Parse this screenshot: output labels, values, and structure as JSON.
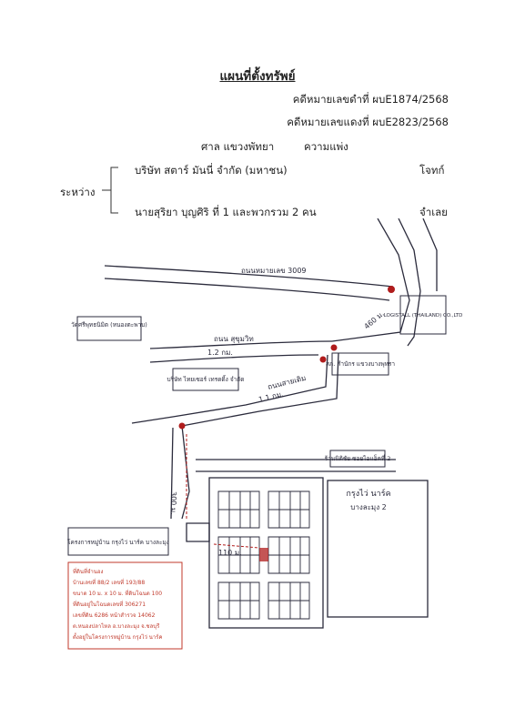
{
  "header": {
    "title": "แผนที่ตั้งทรัพย์",
    "case_black": "คดีหมายเลขดำที่   ผบE1874/2568",
    "case_red": "คดีหมายเลขแดงที่ ผบE2823/2568",
    "court": "ศาล แขวงพัทยา",
    "court_type": "ความแพ่ง"
  },
  "parties": {
    "between_label": "ระหว่าง",
    "plaintiff": "บริษัท สตาร์ มันนี่ จำกัด (มหาชน)",
    "plaintiff_role": "โจทก์",
    "defendant": "นายสุริยา บุญศิริ ที่ 1 และพวกรวม 2 คน",
    "defendant_role": "จำเลย"
  },
  "map": {
    "road_300": "ถนนหมายเลข 3009",
    "road_sukhumvit": "ถนน สุขุมวิท",
    "dist_1_2": "1.2 กม.",
    "dist_1_1": "1.1 กม.",
    "dist_460": "460 ม.",
    "dist_300": "300 ม.",
    "dist_110": "110 ม.",
    "road_side": "ถนนสายเดิม",
    "temple_box": "วัดศรีพุทธนิมิต (หนองตะพาบ)",
    "logistics_box": "LOGISTALL (THAILAND) CO.,LTD",
    "police_box": "สภ. สำนักร แขวงบางพุทรา",
    "company_box": "บริษัท ไทยเซอร์ เทรดดิ้ง จำกัด",
    "shop_box": "ร้านนิติชัย ซอยไอแอ็คที่ 2",
    "village_name": "กรุงไว่ นาร์ค",
    "village_sub": "บางละมุง 2",
    "project_box": "โครงการหมู่บ้าน กรุงไว่ นาร์ค บางละมุง",
    "property_lines": [
      "ที่ดินที่จำนอง",
      "บ้านเลขที่ 88/2 เลขที่ 193/88",
      "ขนาด 10 ม. x 10 ม. ที่ดินโฉนด 100",
      "ที่ดินอยู่ในโฉนดเลขที่ 306271",
      "เลขที่ดิน 6286 หน้าสำรวจ 14062",
      "ต.หนองปลาไหล อ.บางละมุง จ.ชลบุรี",
      "ตั้งอยู่ในโครงการหมู่บ้าน กรุงไว่ นาร์ค"
    ],
    "colors": {
      "ink": "#2b2b3c",
      "road_marker": "#b01c1c",
      "property_text": "#c0392b"
    }
  }
}
